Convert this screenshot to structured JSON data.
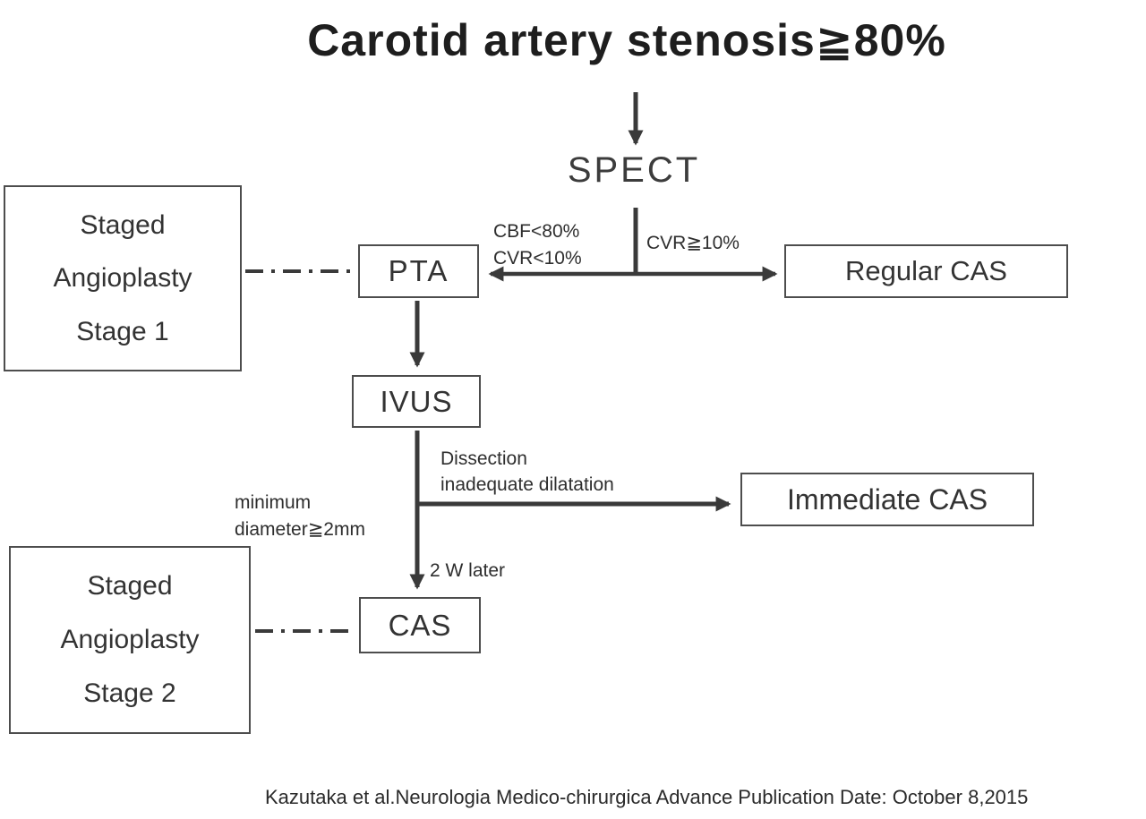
{
  "title": "Carotid artery stenosis≧80%",
  "nodes": {
    "spect": "SPECT",
    "pta": "PTA",
    "regular_cas": "Regular CAS",
    "ivus": "IVUS",
    "immediate_cas": "Immediate CAS",
    "cas": "CAS",
    "stage1": {
      "line1": "Staged",
      "line2": "Angioplasty",
      "line3": "Stage 1"
    },
    "stage2": {
      "line1": "Staged",
      "line2": "Angioplasty",
      "line3": "Stage 2"
    }
  },
  "labels": {
    "cbf": "CBF<80%",
    "cvr_low": "CVR<10%",
    "cvr_high": "CVR≧10%",
    "dissection": "Dissection",
    "inadequate_dilatation": "inadequate dilatation",
    "minimum": "minimum",
    "diameter": "diameter≧2mm",
    "two_weeks_later": "2 W later"
  },
  "citation": "Kazutaka et al.Neurologia Medico-chirurgica Advance Publication Date: October 8,2015",
  "colors": {
    "line": "#3a3a3a",
    "border": "#4d4d4d",
    "text": "#2e2e2e"
  }
}
